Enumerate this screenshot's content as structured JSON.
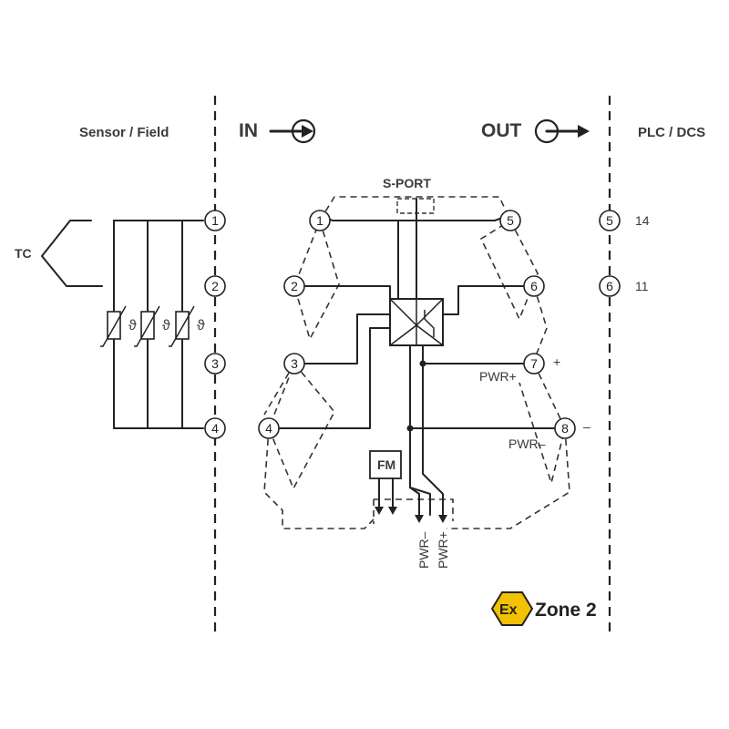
{
  "sections": {
    "sensor_field": "Sensor / Field",
    "plc_dcs": "PLC / DCS"
  },
  "io": {
    "in": "IN",
    "out": "OUT"
  },
  "sensor": {
    "tc": "TC",
    "rtd_symbol": "ϑ"
  },
  "field_terminals": [
    "1",
    "2",
    "3",
    "4"
  ],
  "module": {
    "sport": "S-PORT",
    "left_terminals": [
      "1",
      "2",
      "3",
      "4"
    ],
    "right_terminals": [
      "5",
      "6",
      "7",
      "8"
    ],
    "fm": "FM",
    "pwr_plus": "PWR+",
    "pwr_minus": "PWR–",
    "pwr_bottom_minus": "PWR–",
    "pwr_bottom_plus": "PWR+",
    "plus_sign": "+",
    "minus_sign": "–"
  },
  "plc": {
    "terminals": [
      "5",
      "6"
    ],
    "numbers": [
      "14",
      "11"
    ]
  },
  "badge": {
    "ex": "Ex",
    "zone": "Zone 2",
    "color": "#f2c100"
  }
}
